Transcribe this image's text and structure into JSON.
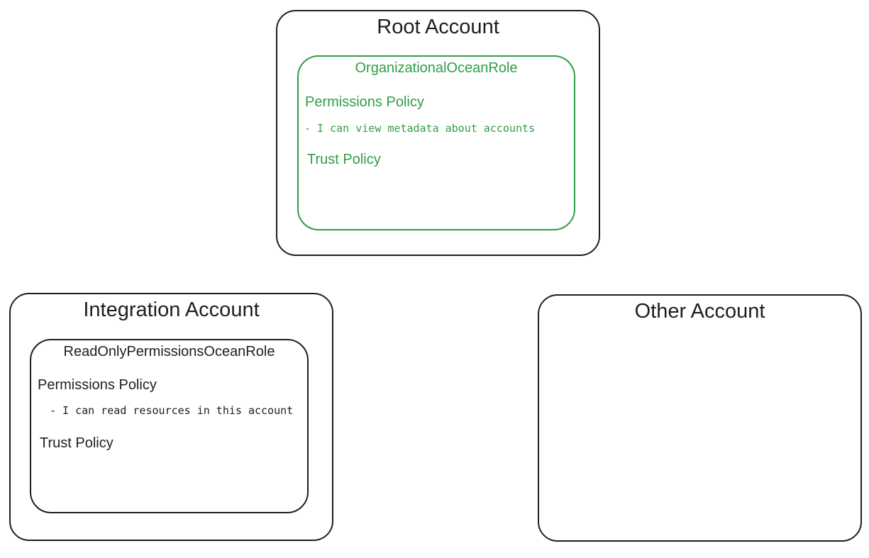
{
  "colors": {
    "stroke": "#1e1e1e",
    "highlight_green": "#2f9e44",
    "background": "#ffffff"
  },
  "root_account": {
    "title": "Root Account",
    "role": {
      "name": "OrganizationalOceanRole",
      "permissions_label": "Permissions Policy",
      "permission_item": "- I can view metadata about accounts",
      "trust_label": "Trust Policy"
    }
  },
  "integration_account": {
    "title": "Integration Account",
    "role": {
      "name": "ReadOnlyPermissionsOceanRole",
      "permissions_label": "Permissions Policy",
      "permission_item": "- I can read resources in this account",
      "trust_label": "Trust Policy"
    }
  },
  "other_account": {
    "title": "Other Account"
  }
}
